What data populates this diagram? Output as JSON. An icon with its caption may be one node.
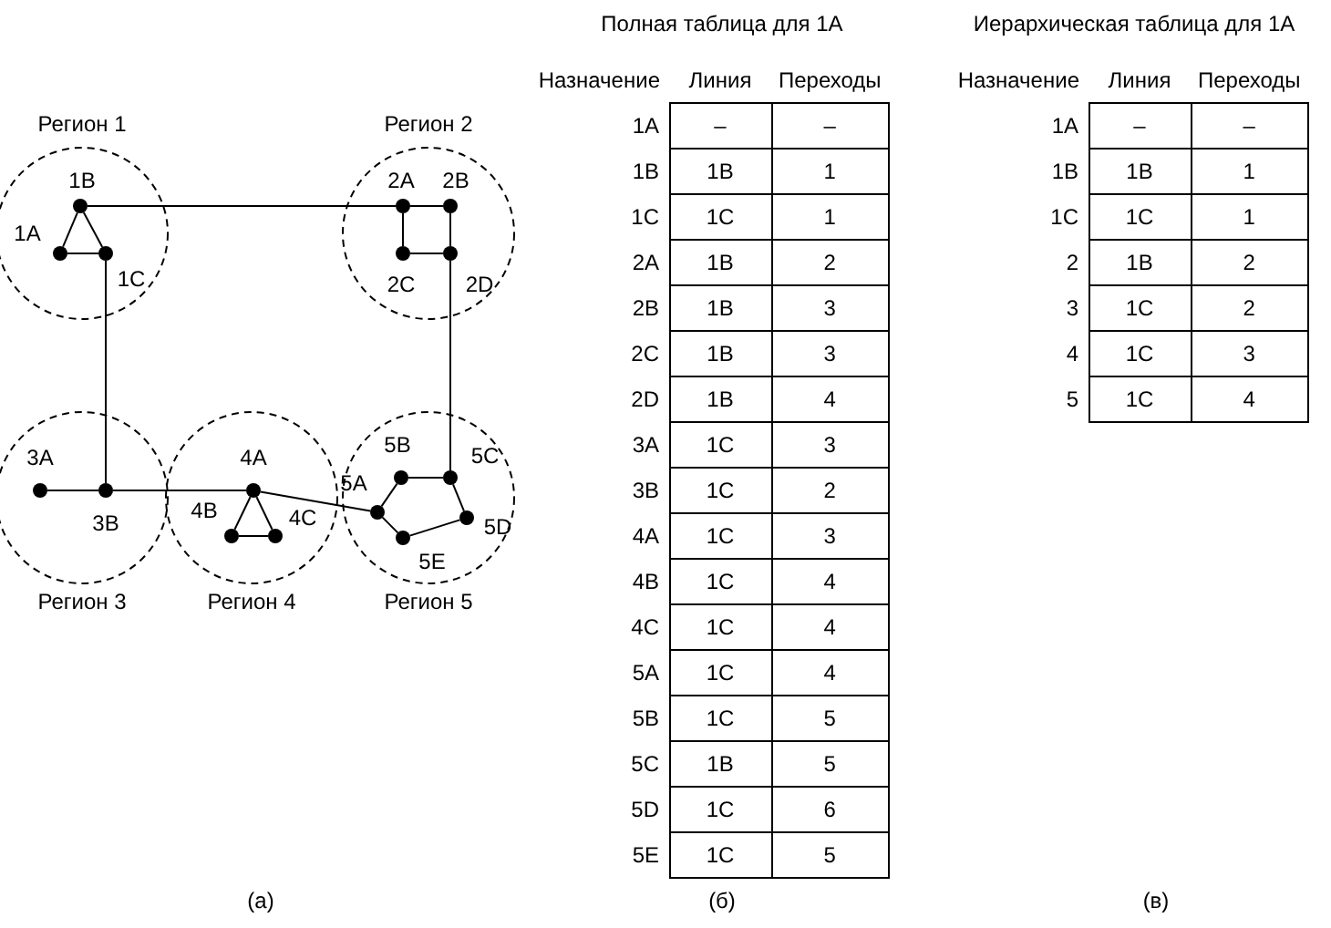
{
  "diagram": {
    "nodes": [
      {
        "text": [
          "Регион 1"
        ]
      },
      {
        "text": [
          "1B"
        ],
        "in": 0
      },
      {
        "text": [
          "1A"
        ],
        "in": 0
      },
      {
        "text": [
          "1C"
        ],
        "in": 0
      },
      {
        "text": [
          "Регион 2"
        ]
      },
      {
        "text": [
          "2A"
        ],
        "in": 4
      },
      {
        "text": [
          "2B"
        ],
        "in": 4
      },
      {
        "text": [
          "2C"
        ],
        "in": 4
      },
      {
        "text": [
          "2D"
        ],
        "in": 4
      },
      {
        "text": [
          "Регион 3"
        ]
      },
      {
        "text": [
          "3A"
        ],
        "in": 9
      },
      {
        "text": [
          "3B"
        ],
        "in": 9
      },
      {
        "text": [
          "Регион 4"
        ]
      },
      {
        "text": [
          "4A"
        ],
        "in": 12
      },
      {
        "text": [
          "4B"
        ],
        "in": 12
      },
      {
        "text": [
          "4C"
        ],
        "in": 12
      },
      {
        "text": [
          "Регион 5"
        ]
      },
      {
        "text": [
          "5B"
        ],
        "in": 16
      },
      {
        "text": [
          "5C"
        ],
        "in": 16
      },
      {
        "text": [
          "5A"
        ],
        "in": 16
      },
      {
        "text": [
          "5D"
        ],
        "in": 16
      },
      {
        "text": [
          "5E"
        ],
        "in": 16
      }
    ],
    "edges": [
      {
        "from": 2,
        "to": 1,
        "arrow": "none"
      },
      {
        "from": 2,
        "to": 3,
        "arrow": "none"
      },
      {
        "from": 1,
        "to": 3,
        "arrow": "none"
      },
      {
        "from": 1,
        "to": 5,
        "arrow": "none"
      },
      {
        "from": 3,
        "to": 11,
        "arrow": "none"
      },
      {
        "from": 5,
        "to": 6,
        "arrow": "none"
      },
      {
        "from": 5,
        "to": 7,
        "arrow": "none"
      },
      {
        "from": 7,
        "to": 8,
        "arrow": "none"
      },
      {
        "from": 6,
        "to": 8,
        "arrow": "none"
      },
      {
        "from": 8,
        "to": 18,
        "arrow": "none"
      },
      {
        "from": 10,
        "to": 11,
        "arrow": "none"
      },
      {
        "from": 11,
        "to": 13,
        "arrow": "none"
      },
      {
        "from": 13,
        "to": 14,
        "arrow": "none"
      },
      {
        "from": 13,
        "to": 15,
        "arrow": "none"
      },
      {
        "from": 14,
        "to": 15,
        "arrow": "none"
      },
      {
        "from": 13,
        "to": 19,
        "arrow": "none"
      },
      {
        "from": 19,
        "to": 17,
        "arrow": "none"
      },
      {
        "from": 17,
        "to": 18,
        "arrow": "none"
      },
      {
        "from": 18,
        "to": 20,
        "arrow": "none"
      },
      {
        "from": 20,
        "to": 21,
        "arrow": "none"
      },
      {
        "from": 21,
        "to": 19,
        "arrow": "none"
      }
    ],
    "labels": [
      "(а)",
      "Полная таблица для 1A",
      "Назначение",
      "Линия",
      "Переходы",
      "1A",
      "–",
      "–",
      "1B",
      "1B",
      "1",
      "1C",
      "1C",
      "1",
      "2A",
      "1B",
      "2",
      "2B",
      "1B",
      "3",
      "2C",
      "1B",
      "3",
      "2D",
      "1B",
      "4",
      "3A",
      "1C",
      "3",
      "3B",
      "1C",
      "2",
      "4A",
      "1C",
      "3",
      "4B",
      "1C",
      "4",
      "4C",
      "1C",
      "4",
      "5A",
      "1C",
      "4",
      "5B",
      "1C",
      "5",
      "5C",
      "1B",
      "5",
      "5D",
      "1C",
      "6",
      "5E",
      "1C",
      "5",
      "(б)",
      "Иерархическая таблица для 1A",
      "Назначение",
      "Линия",
      "Переходы",
      "1A",
      "–",
      "–",
      "1B",
      "1B",
      "1",
      "1C",
      "1C",
      "1",
      "2",
      "1B",
      "2",
      "3",
      "1C",
      "2",
      "4",
      "1C",
      "3",
      "5",
      "1C",
      "4",
      "(в)"
    ]
  }
}
